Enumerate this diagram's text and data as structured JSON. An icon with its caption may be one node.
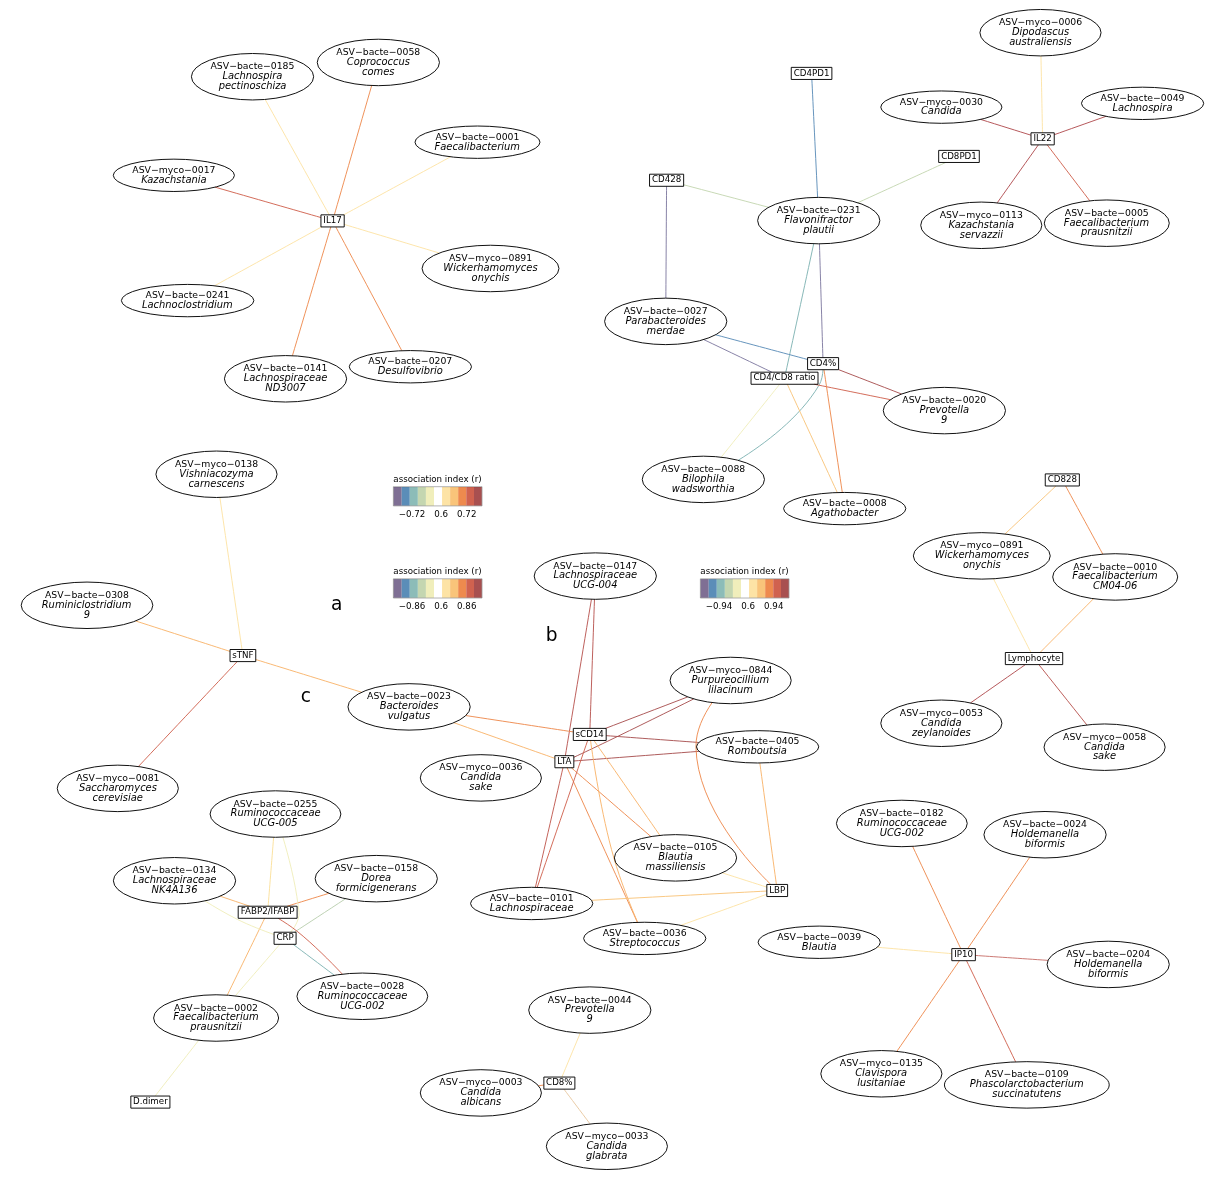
{
  "diagram": {
    "nodes": [
      {
        "text": [
          "D.dimer"
        ]
      },
      {
        "text": [
          "ASV−bacte−0158",
          "Dorea formicigenerans"
        ]
      },
      {
        "text": [
          "ASV−bacte−0002",
          "Faecalibacterium prausnitzii"
        ]
      },
      {
        "text": [
          "ASV−bacte−0255",
          "Ruminococcaceae UCG-005"
        ]
      },
      {
        "text": [
          "CRP"
        ]
      },
      {
        "text": [
          "FABP2/IFABP"
        ]
      },
      {
        "text": [
          "ASV−bacte−0134",
          "Lachnospiraceae NK4A136"
        ]
      },
      {
        "text": [
          "ASV−bacte−0028",
          "Ruminococcaceae UCG-002"
        ]
      },
      {
        "text": [
          "ASV−myco−0081",
          "Saccharomyces cerevisiae"
        ]
      },
      {
        "text": [
          "ASV−myco−0138",
          "Vishniacozyma carnescens"
        ]
      },
      {
        "text": [
          "sTNF"
        ]
      },
      {
        "text": [
          "ASV−bacte−0308",
          "Ruminiclostridium 9"
        ]
      },
      {
        "text": [
          "ASV−bacte−0147",
          "Lachnospiraceae UCG-004"
        ]
      },
      {
        "text": [
          "ASV−bacte−0023",
          "Bacteroides vulgatus"
        ]
      },
      {
        "text": [
          "LTA"
        ]
      },
      {
        "text": [
          "ASV−bacte−0105",
          "Blautia massiliensis"
        ]
      },
      {
        "text": [
          "sCD14"
        ]
      },
      {
        "text": [
          "ASV−bacte−0036",
          "Streptococcus"
        ]
      },
      {
        "text": [
          "ASV−bacte−0101",
          "Lachnospiraceae"
        ]
      },
      {
        "text": [
          "LBP"
        ]
      },
      {
        "text": [
          "ASV−bacte−0405",
          "Romboutsia"
        ]
      },
      {
        "text": [
          "ASV−myco−0844",
          "Purpureocillium lilacinum"
        ]
      },
      {
        "text": [
          "CD4PD1"
        ]
      },
      {
        "text": [
          "CD8PD1"
        ]
      },
      {
        "text": [
          "CD428"
        ]
      },
      {
        "text": [
          "ASV−bacte−0231",
          "Flavonifractor plautii"
        ]
      },
      {
        "text": [
          "ASV−bacte−0027",
          "Parabacteroides merdae"
        ]
      },
      {
        "text": [
          "ASV−bacte−0088",
          "Bilophila wadsworthia"
        ]
      },
      {
        "text": [
          "CD4/CD8 ratio"
        ]
      },
      {
        "text": [
          "CD4%"
        ]
      },
      {
        "text": [
          "ASV−bacte−0008",
          "Agathobacter"
        ]
      },
      {
        "text": [
          "ASV−bacte−0020",
          "Prevotella 9"
        ]
      },
      {
        "text": [
          "ASV−bacte−0039",
          "Blautia"
        ]
      },
      {
        "text": [
          "ASV−bacte−0204",
          "Holdemanella biformis"
        ]
      },
      {
        "text": [
          "ASV−bacte−0109",
          "Phascolarctobacterium succinatutens"
        ]
      },
      {
        "text": [
          "ASV−bacte−0182",
          "Ruminococcaceae UCG-002"
        ]
      },
      {
        "text": [
          "IP10"
        ]
      },
      {
        "text": [
          "ASV−bacte−0024",
          "Holdemanella biformis"
        ]
      },
      {
        "text": [
          "ASV−myco−0135",
          "Clavispora lusitaniae"
        ]
      },
      {
        "text": [
          "ASV−myco−0017",
          "Kazachstania"
        ]
      },
      {
        "text": [
          "ASV−bacte−0001",
          "Faecalibacterium"
        ]
      },
      {
        "text": [
          "ASV−bacte−0207",
          "Desulfovibrio"
        ]
      },
      {
        "text": [
          "ASV−bacte−0058",
          "Coprococcus comes"
        ]
      },
      {
        "text": [
          "IL17"
        ]
      },
      {
        "text": [
          "ASV−bacte−0185",
          "Lachnospira pectinoschiza"
        ]
      },
      {
        "text": [
          "ASV−bacte−0241",
          "Lachnoclostridium"
        ]
      },
      {
        "text": [
          "ASV−myco−0891",
          "Wickerhamomyces onychis"
        ]
      },
      {
        "text": [
          "ASV−bacte−0141",
          "Lachnospiraceae ND3007"
        ]
      },
      {
        "text": [
          "ASV−myco−0113",
          "Kazachstania servazzii"
        ]
      },
      {
        "text": [
          "ASV−bacte−0005",
          "Faecalibacterium prausnitzii"
        ]
      },
      {
        "text": [
          "IL22"
        ]
      },
      {
        "text": [
          "ASV−myco−0006",
          "Dipodascus australiensis"
        ]
      },
      {
        "text": [
          "ASV−bacte−0049",
          "Lachnospira"
        ]
      },
      {
        "text": [
          "ASV−myco−0030",
          "Candida"
        ]
      },
      {
        "text": [
          "ASV−myco−0053",
          "Candida zeylanoides"
        ]
      },
      {
        "text": [
          "ASV−myco−0058",
          "Candida sake"
        ]
      },
      {
        "text": [
          "Lymphocyte"
        ]
      },
      {
        "text": [
          "ASV−myco−0891",
          "Wickerhamomyces onychis"
        ]
      },
      {
        "text": [
          "ASV−bacte−0010",
          "Faecalibacterium CM04-06"
        ]
      },
      {
        "text": [
          "CD828"
        ]
      },
      {
        "text": [
          "ASV−myco−0036",
          "Candida sake"
        ]
      },
      {
        "text": [
          "ASV−myco−0003",
          "Candida albicans"
        ]
      },
      {
        "text": [
          "CD8%"
        ]
      },
      {
        "text": [
          "ASV−myco−0033",
          "Candida glabrata"
        ]
      },
      {
        "text": [
          "ASV−bacte−0044",
          "Prevotella 9"
        ]
      }
    ],
    "edges": [
      {
        "from": 0,
        "to": 2,
        "arrow": "none",
        "color": "#f0eebb"
      },
      {
        "from": 1,
        "to": 4,
        "arrow": "none",
        "color": "#b9cfae"
      },
      {
        "from": 1,
        "to": 5,
        "arrow": "none",
        "color": "#ee8a4e"
      },
      {
        "from": 2,
        "to": 4,
        "arrow": "none",
        "color": "#f0eebb"
      },
      {
        "from": 2,
        "to": 5,
        "arrow": "none",
        "color": "#f9b46a"
      },
      {
        "from": 3,
        "to": 4,
        "arrow": "none",
        "color": "#f0eebb"
      },
      {
        "from": 3,
        "to": 5,
        "arrow": "none",
        "color": "#fbe09a"
      },
      {
        "from": 4,
        "to": 6,
        "arrow": "none",
        "color": "#f0eebb"
      },
      {
        "from": 6,
        "to": 5,
        "arrow": "none",
        "color": "#f9b46a"
      },
      {
        "from": 4,
        "to": 7,
        "arrow": "none",
        "color": "#7fb3b3"
      },
      {
        "from": 5,
        "to": 7,
        "arrow": "none",
        "color": "#d0624f"
      },
      {
        "from": 8,
        "to": 10,
        "arrow": "none",
        "color": "#d0624f"
      },
      {
        "from": 9,
        "to": 10,
        "arrow": "none",
        "color": "#fde3a5"
      },
      {
        "from": 10,
        "to": 11,
        "arrow": "none",
        "color": "#f9b46a"
      },
      {
        "from": 10,
        "to": 13,
        "arrow": "none",
        "color": "#f9b46a"
      },
      {
        "from": 12,
        "to": 14,
        "arrow": "none",
        "color": "#b85450"
      },
      {
        "from": 12,
        "to": 16,
        "arrow": "none",
        "color": "#b85450"
      },
      {
        "from": 13,
        "to": 14,
        "arrow": "none",
        "color": "#f9b46a"
      },
      {
        "from": 13,
        "to": 16,
        "arrow": "none",
        "color": "#ee8a4e"
      },
      {
        "from": 14,
        "to": 15,
        "arrow": "none",
        "color": "#ee8a4e"
      },
      {
        "from": 14,
        "to": 17,
        "arrow": "none",
        "color": "#ee8a4e"
      },
      {
        "from": 14,
        "to": 20,
        "arrow": "none",
        "color": "#a85050"
      },
      {
        "from": 14,
        "to": 21,
        "arrow": "none",
        "color": "#a85050"
      },
      {
        "from": 18,
        "to": 14,
        "arrow": "none",
        "color": "#c0584f"
      },
      {
        "from": 15,
        "to": 16,
        "arrow": "none",
        "color": "#f9b46a"
      },
      {
        "from": 15,
        "to": 19,
        "arrow": "none",
        "color": "#fde3a5"
      },
      {
        "from": 16,
        "to": 17,
        "arrow": "none",
        "color": "#f9b46a"
      },
      {
        "from": 16,
        "to": 18,
        "arrow": "none",
        "color": "#d0624f"
      },
      {
        "from": 16,
        "to": 20,
        "arrow": "none",
        "color": "#a85050"
      },
      {
        "from": 16,
        "to": 21,
        "arrow": "none",
        "color": "#a85050"
      },
      {
        "from": 17,
        "to": 19,
        "arrow": "none",
        "color": "#fde3a5"
      },
      {
        "from": 18,
        "to": 19,
        "arrow": "none",
        "color": "#f9c47a"
      },
      {
        "from": 19,
        "to": 20,
        "arrow": "none",
        "color": "#f9b46a"
      },
      {
        "from": 19,
        "to": 21,
        "arrow": "none",
        "color": "#ee8a4e"
      },
      {
        "from": 22,
        "to": 25,
        "arrow": "none",
        "color": "#5b8db8"
      },
      {
        "from": 23,
        "to": 25,
        "arrow": "none",
        "color": "#c4d6b0"
      },
      {
        "from": 24,
        "to": 25,
        "arrow": "none",
        "color": "#c4d6b0"
      },
      {
        "from": 24,
        "to": 26,
        "arrow": "none",
        "color": "#7f7aa0"
      },
      {
        "from": 25,
        "to": 29,
        "arrow": "none",
        "color": "#7f7aa0"
      },
      {
        "from": 25,
        "to": 28,
        "arrow": "none",
        "color": "#7fb3b3"
      },
      {
        "from": 26,
        "to": 29,
        "arrow": "none",
        "color": "#5b8db8"
      },
      {
        "from": 26,
        "to": 28,
        "arrow": "none",
        "color": "#7f7aa0"
      },
      {
        "from": 27,
        "to": 28,
        "arrow": "none",
        "color": "#f0eebb"
      },
      {
        "from": 27,
        "to": 29,
        "arrow": "none",
        "color": "#7fb3b3"
      },
      {
        "from": 28,
        "to": 31,
        "arrow": "none",
        "color": "#d0624f"
      },
      {
        "from": 28,
        "to": 30,
        "arrow": "none",
        "color": "#f9c47a"
      },
      {
        "from": 29,
        "to": 31,
        "arrow": "none",
        "color": "#a85050"
      },
      {
        "from": 29,
        "to": 30,
        "arrow": "none",
        "color": "#ee8a4e"
      },
      {
        "from": 32,
        "to": 36,
        "arrow": "none",
        "color": "#fde3a5"
      },
      {
        "from": 33,
        "to": 36,
        "arrow": "none",
        "color": "#c8706a"
      },
      {
        "from": 34,
        "to": 36,
        "arrow": "none",
        "color": "#d0624f"
      },
      {
        "from": 35,
        "to": 36,
        "arrow": "none",
        "color": "#ee8a4e"
      },
      {
        "from": 37,
        "to": 36,
        "arrow": "none",
        "color": "#ee8a4e"
      },
      {
        "from": 38,
        "to": 36,
        "arrow": "none",
        "color": "#ee8a4e"
      },
      {
        "from": 39,
        "to": 43,
        "arrow": "none",
        "color": "#d0624f"
      },
      {
        "from": 40,
        "to": 43,
        "arrow": "none",
        "color": "#fde3a5"
      },
      {
        "from": 41,
        "to": 43,
        "arrow": "none",
        "color": "#ee8a4e"
      },
      {
        "from": 42,
        "to": 43,
        "arrow": "none",
        "color": "#ee8a4e"
      },
      {
        "from": 44,
        "to": 43,
        "arrow": "none",
        "color": "#fde3a5"
      },
      {
        "from": 45,
        "to": 43,
        "arrow": "none",
        "color": "#fde3a5"
      },
      {
        "from": 46,
        "to": 43,
        "arrow": "none",
        "color": "#fde3a5"
      },
      {
        "from": 47,
        "to": 43,
        "arrow": "none",
        "color": "#ee8a4e"
      },
      {
        "from": 48,
        "to": 50,
        "arrow": "none",
        "color": "#b04c50"
      },
      {
        "from": 49,
        "to": 50,
        "arrow": "none",
        "color": "#d0624f"
      },
      {
        "from": 51,
        "to": 50,
        "arrow": "none",
        "color": "#fde3a5"
      },
      {
        "from": 52,
        "to": 50,
        "arrow": "none",
        "color": "#b04c50"
      },
      {
        "from": 53,
        "to": 50,
        "arrow": "none",
        "color": "#b04c50"
      },
      {
        "from": 54,
        "to": 56,
        "arrow": "none",
        "color": "#b04c50"
      },
      {
        "from": 55,
        "to": 56,
        "arrow": "none",
        "color": "#b85450"
      },
      {
        "from": 57,
        "to": 56,
        "arrow": "none",
        "color": "#fde3a5"
      },
      {
        "from": 58,
        "to": 56,
        "arrow": "none",
        "color": "#f9b46a"
      },
      {
        "from": 57,
        "to": 59,
        "arrow": "none",
        "color": "#f9c47a"
      },
      {
        "from": 58,
        "to": 59,
        "arrow": "none",
        "color": "#ee8a4e"
      },
      {
        "from": 61,
        "to": 62,
        "arrow": "none",
        "color": "#ee8a4e"
      },
      {
        "from": 63,
        "to": 62,
        "arrow": "none",
        "color": "#e8c8a0"
      },
      {
        "from": 64,
        "to": 62,
        "arrow": "none",
        "color": "#fde3a5"
      }
    ],
    "labels": [
      "a",
      "association index (r)",
      "−0.86",
      "0.6",
      "0.86",
      "c",
      "association index (r)",
      "−0.72",
      "0.6",
      "0.72",
      "b",
      "association index (r)",
      "−0.94",
      "0.6",
      "0.94"
    ]
  }
}
